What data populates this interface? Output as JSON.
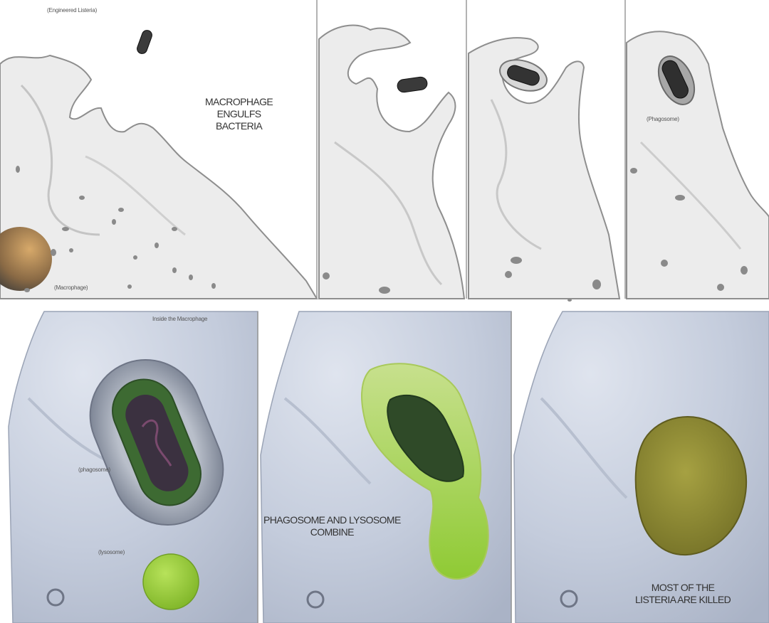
{
  "labels": {
    "engineered_listeria": "(Engineered Listeria)",
    "macrophage": "(Macrophage)",
    "phagosome_top": "(Phagosome)",
    "inside_macrophage": "Inside the Macrophage",
    "phagosome_bottom": "(phagosome)",
    "lysosome": "(lysosome)"
  },
  "captions": {
    "engulfs": [
      "MACROPHAGE",
      "ENGULFS",
      "BACTERIA"
    ],
    "combine": [
      "PHAGOSOME AND LYSOSOME",
      "COMBINE"
    ],
    "killed": [
      "MOST OF THE",
      "LISTERIA ARE KILLED"
    ]
  },
  "colors": {
    "cell_outline": "#9a9a9a",
    "cell_fill": "#ededed",
    "bacterium": "#3b3b3b",
    "phagosome_ring": "#8d95a6",
    "lysosome_green": "#9bd13a",
    "digested_olive": "#8c8a2e",
    "cytoplasm_blue": "#c9d0e0"
  },
  "icons": [
    "bacterium-icon",
    "macrophage-cell-icon",
    "phagosome-icon",
    "lysosome-icon",
    "nucleus-icon"
  ]
}
